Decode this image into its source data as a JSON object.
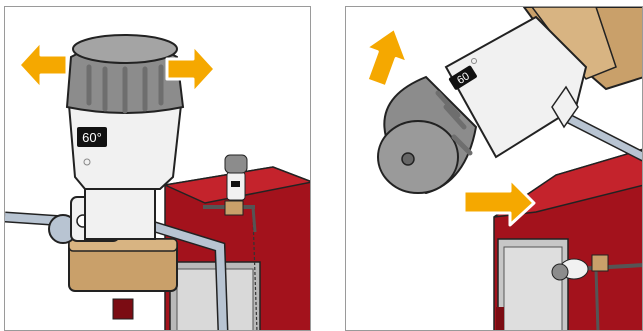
{
  "panels": [
    {
      "id": "left",
      "dial_label": "60°"
    },
    {
      "id": "right",
      "dial_label": "60"
    }
  ],
  "colors": {
    "arrow": "#f5a800",
    "boiler_red": "#a3121c",
    "brass": "#c9a06a",
    "valve_grey": "#8c8c8c",
    "valve_white": "#f1f1f1"
  },
  "icons": [
    "rotate-left-arrow-icon",
    "rotate-right-arrow-icon",
    "turn-up-arrow-icon",
    "turn-right-arrow-icon"
  ]
}
